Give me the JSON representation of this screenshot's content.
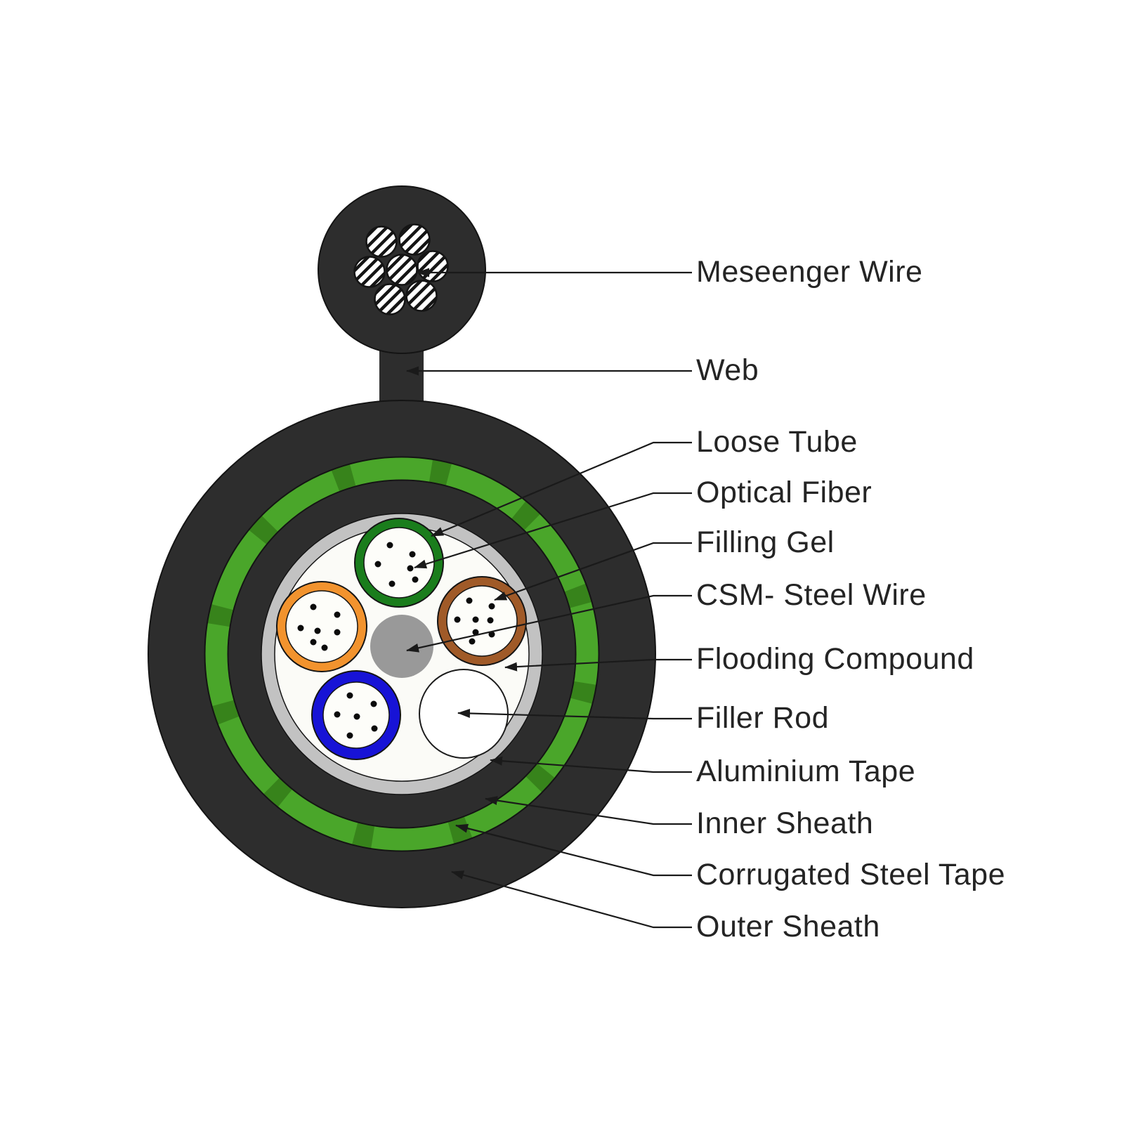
{
  "labels": [
    {
      "text": "Meseenger Wire"
    },
    {
      "text": "Web"
    },
    {
      "text": "Loose Tube"
    },
    {
      "text": "Optical Fiber"
    },
    {
      "text": "Filling Gel"
    },
    {
      "text": "CSM- Steel Wire"
    },
    {
      "text": "Flooding Compound"
    },
    {
      "text": "Filler Rod"
    },
    {
      "text": "Aluminium Tape"
    },
    {
      "text": "Inner Sheath"
    },
    {
      "text": "Corrugated Steel Tape"
    },
    {
      "text": "Outer Sheath"
    }
  ],
  "colors": {
    "sheath_black": "#2d2d2d",
    "corrugated_tape_green": "#4aa62a",
    "corrugation_dark_green": "#37831b",
    "aluminium_tape_gray": "#c2c2c2",
    "flooding_compound_white": "#fbfbf7",
    "loose_tube_green": "#1a7d1c",
    "loose_tube_orange": "#f2932e",
    "loose_tube_brown": "#a05a28",
    "loose_tube_blue": "#1713d6",
    "csm_steel_gray": "#999999",
    "filler_rod_white": "#ffffff",
    "tube_interior": "#fdfdf9",
    "leader_line": "#1a1a1a"
  }
}
